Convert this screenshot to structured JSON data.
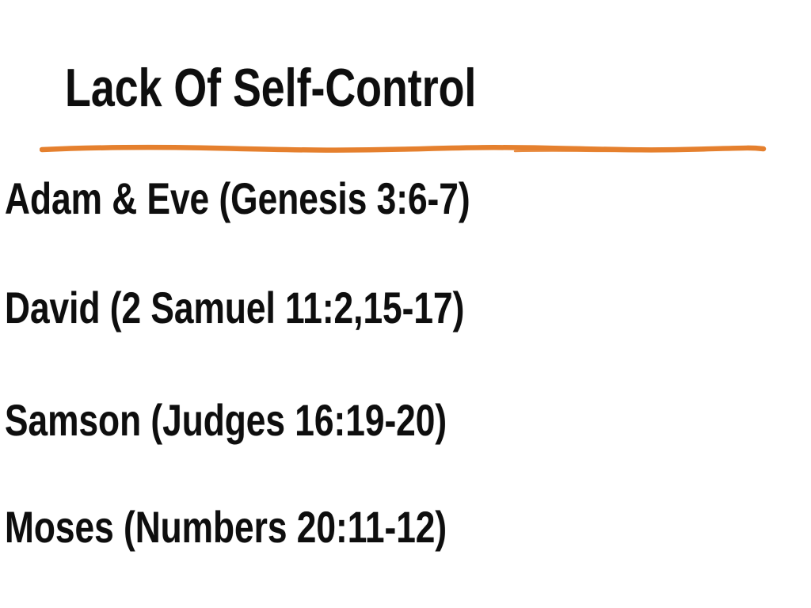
{
  "slide": {
    "background_color": "#FFFFFF",
    "text_color": "#0E0E0E",
    "title": "Lack Of Self-Control",
    "underline_color": "#E5802E",
    "items": [
      "Adam & Eve (Genesis 3:6-7)",
      "David (2 Samuel 11:2,15-17)",
      "Samson (Judges 16:19-20)",
      "Moses (Numbers 20:11-12)"
    ]
  }
}
